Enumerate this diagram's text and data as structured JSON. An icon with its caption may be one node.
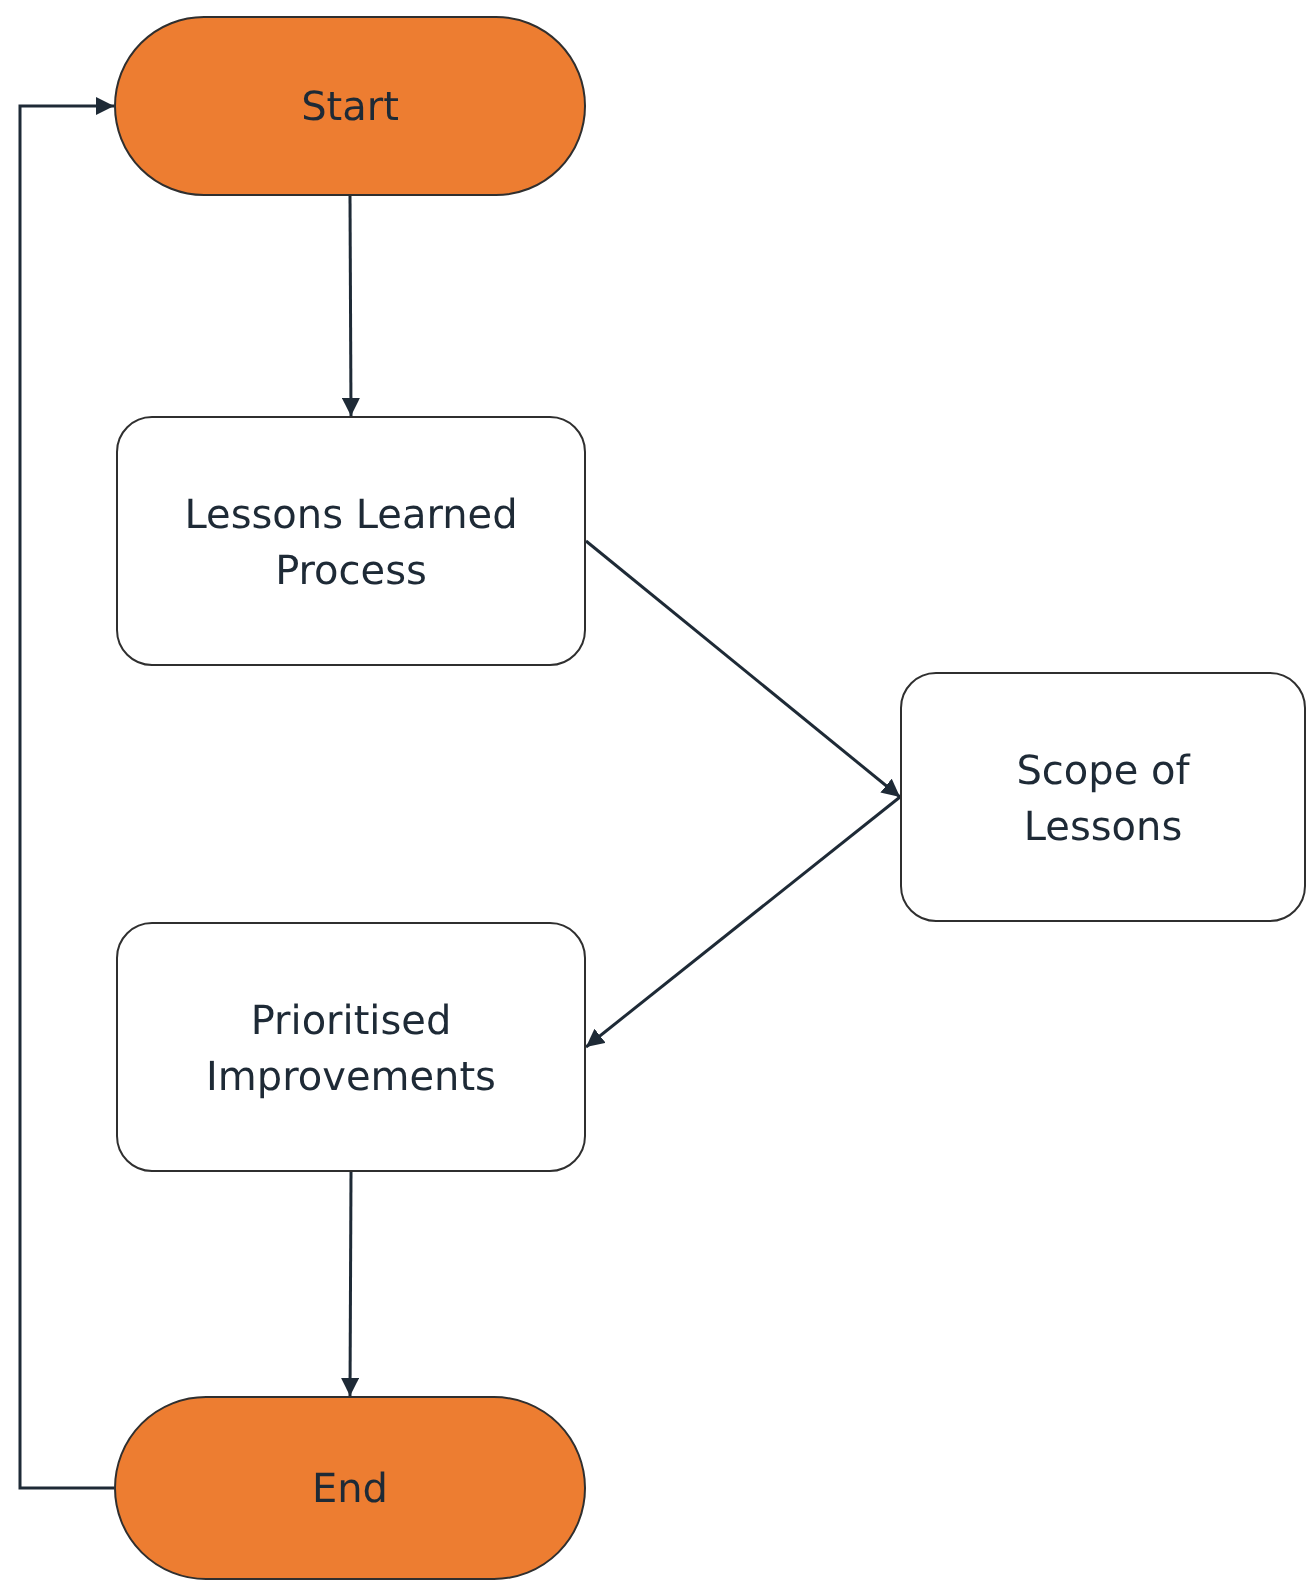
{
  "diagram": {
    "nodes": [
      {
        "text": [
          "Start"
        ]
      },
      {
        "text": [
          "Lessons Learned Process"
        ]
      },
      {
        "text": [
          "Scope of Lessons"
        ]
      },
      {
        "text": [
          "Prioritised Improvements"
        ]
      },
      {
        "text": [
          "End"
        ]
      }
    ],
    "edges": [
      {
        "from": 0,
        "to": 1,
        "arrow": "to"
      },
      {
        "from": 1,
        "to": 2,
        "arrow": "to"
      },
      {
        "from": 2,
        "to": 3,
        "arrow": "to"
      },
      {
        "from": 3,
        "to": 4,
        "arrow": "to"
      },
      {
        "from": 4,
        "to": 0,
        "arrow": "to"
      }
    ]
  }
}
